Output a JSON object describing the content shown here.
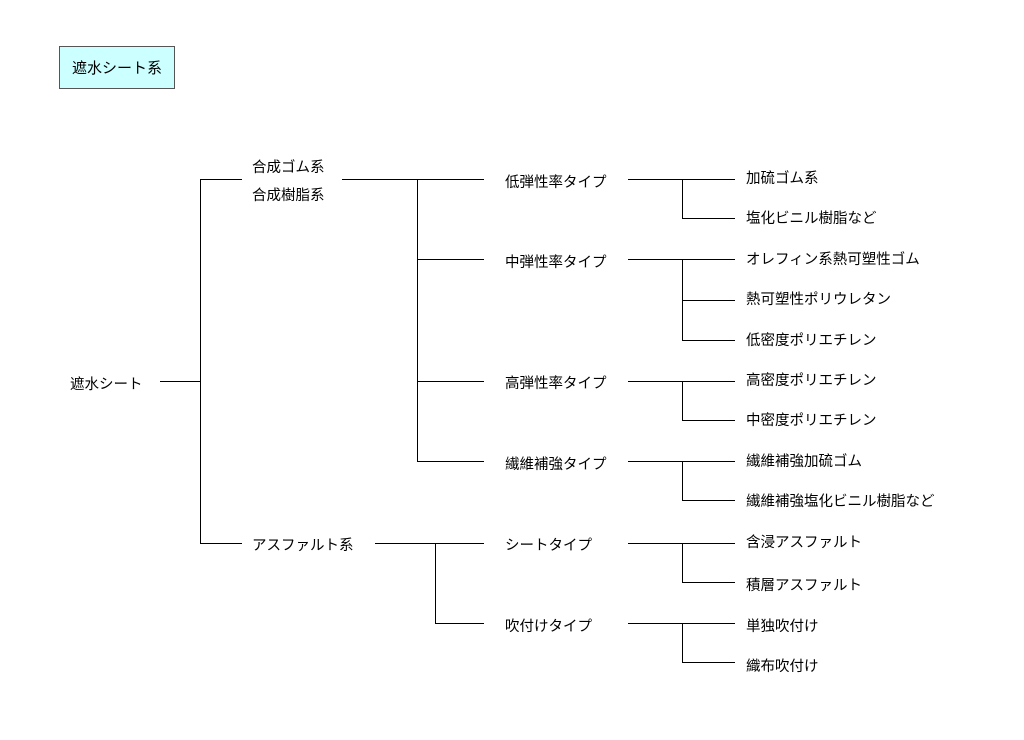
{
  "header": {
    "title": "遮水シート系"
  },
  "tree": {
    "root": "遮水シート",
    "level1": {
      "synthetic": {
        "line1": "合成ゴム系",
        "line2": "合成樹脂系"
      },
      "asphalt": "アスファルト系"
    },
    "level2": {
      "low_modulus": "低弾性率タイプ",
      "mid_modulus": "中弾性率タイプ",
      "high_modulus": "高弾性率タイプ",
      "fiber_reinforced": "繊維補強タイプ",
      "sheet_type": "シートタイプ",
      "spray_type": "吹付けタイプ"
    },
    "level3": {
      "vulcanized_rubber": "加硫ゴム系",
      "pvc_etc": "塩化ビニル樹脂など",
      "olefin_tpe": "オレフィン系熱可塑性ゴム",
      "thermoplastic_pu": "熱可塑性ポリウレタン",
      "ldpe": "低密度ポリエチレン",
      "hdpe": "高密度ポリエチレン",
      "mdpe": "中密度ポリエチレン",
      "fiber_vulcanized_rubber": "繊維補強加硫ゴム",
      "fiber_pvc_etc": "繊維補強塩化ビニル樹脂など",
      "impregnated_asphalt": "含浸アスファルト",
      "laminated_asphalt": "積層アスファルト",
      "single_spray": "単独吹付け",
      "fabric_spray": "織布吹付け"
    }
  }
}
